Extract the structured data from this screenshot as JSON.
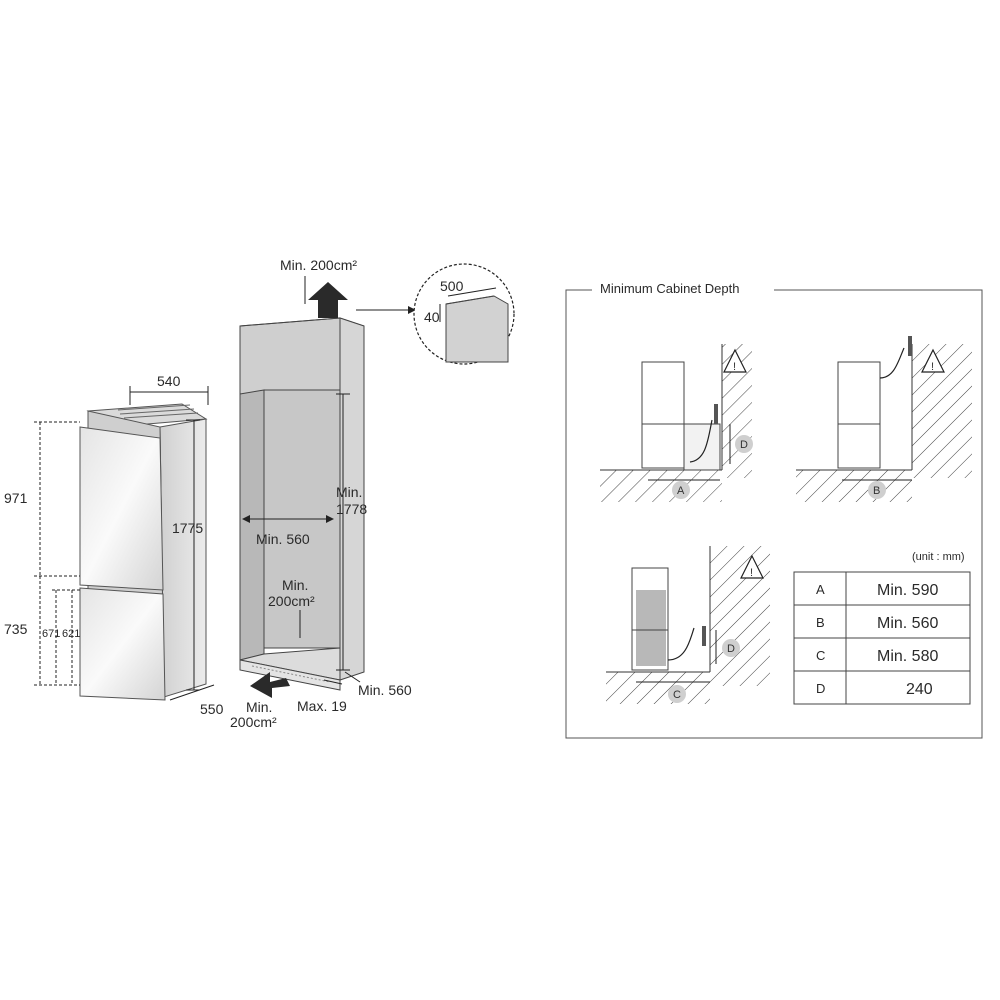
{
  "left_diagram": {
    "fridge_width": "540",
    "fridge_height": "1775",
    "fridge_depth": "550",
    "fridge_upper": "971",
    "fridge_lower": "735",
    "fridge_671": "671",
    "fridge_621": "621",
    "vent_top": "Min. 200cm²",
    "detail_500": "500",
    "detail_40": "40",
    "niche_height_1": "Min.",
    "niche_height_2": "1778",
    "niche_width": "Min. 560",
    "vent_mid_1": "Min.",
    "vent_mid_2": "200cm²",
    "vent_bot_1": "Min.",
    "vent_bot_2": "200cm²",
    "plinth": "Max. 19",
    "niche_depth": "Min. 560"
  },
  "panel": {
    "title": "Minimum Cabinet Depth",
    "labels": {
      "a": "A",
      "b": "B",
      "c": "C",
      "d": "D"
    },
    "warning_glyph": "!",
    "unit_note": "(unit : mm)",
    "table": [
      {
        "key": "A",
        "value": "Min. 590"
      },
      {
        "key": "B",
        "value": "Min. 560"
      },
      {
        "key": "C",
        "value": "Min. 580"
      },
      {
        "key": "D",
        "value": "240"
      }
    ]
  },
  "colors": {
    "line": "#333333",
    "fill_gray": "#b8b8b8",
    "panel_bg": "#ffffff",
    "badge": "#cfcfcf"
  }
}
